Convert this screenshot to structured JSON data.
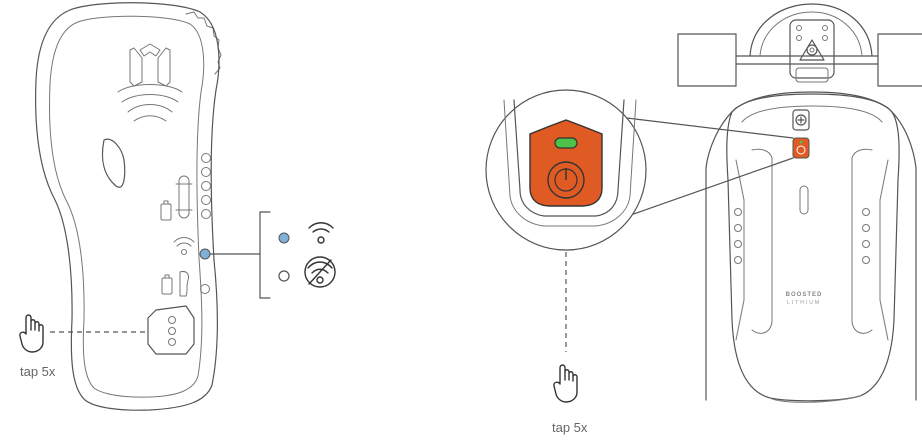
{
  "left_diagram": {
    "instruction_label": "tap 5x",
    "legend": [
      {
        "state": "on",
        "indicator_color": "#7fb0d9",
        "icon": "wifi-icon"
      },
      {
        "state": "off",
        "indicator_color": "#ffffff",
        "icon": "wifi-disabled-icon"
      }
    ]
  },
  "right_diagram": {
    "instruction_label": "tap 5x",
    "board_logo": {
      "brand": "BOOSTED",
      "line": "LITHIUM"
    },
    "power_button_color": "#e05a24",
    "status_led_color": "#4cc24a"
  },
  "colors": {
    "line": "#555555",
    "accent_blue": "#7fb0d9",
    "accent_orange": "#e05a24",
    "accent_green": "#4cc24a"
  }
}
